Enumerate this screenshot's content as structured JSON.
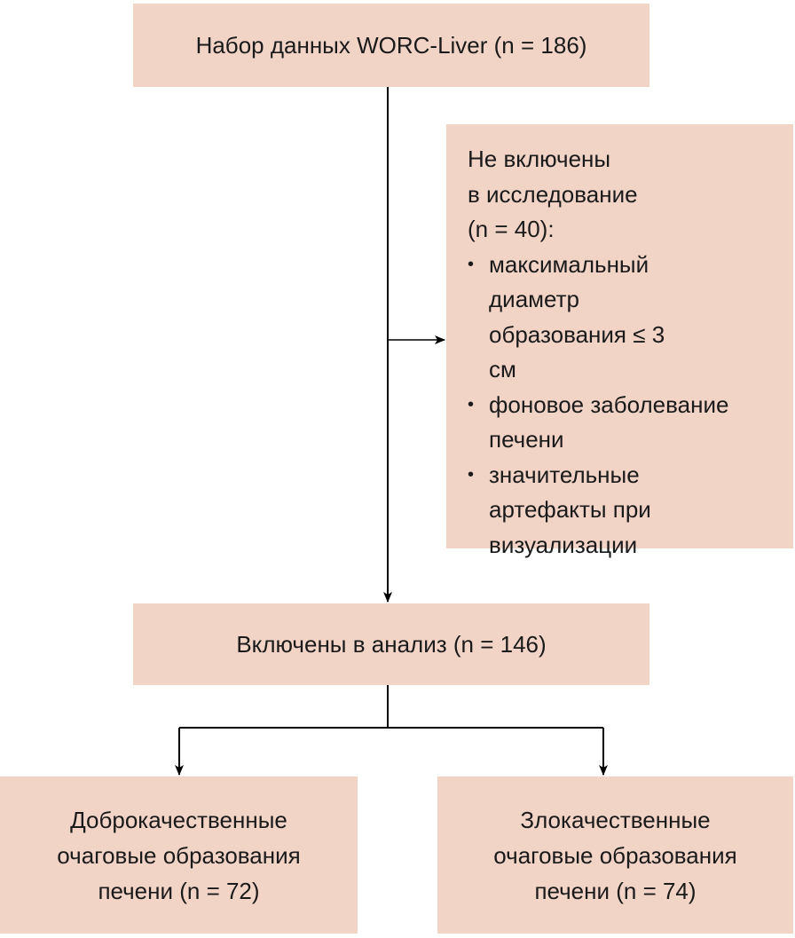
{
  "dataset": "Набор данных WORC-Liver (n = 186)",
  "excluded": {
    "title_lines": [
      "Не включены",
      "в исследование",
      "(n = 40):"
    ],
    "reasons": [
      "максимальный диаметр образования ≤ 3 см",
      "фоновое заболевание печени",
      "значительные артефакты при визуализации"
    ]
  },
  "included": "Включены в анализ (n = 146)",
  "benign": [
    "Доброкачественные",
    "очаговые образования",
    "печени (n = 72)"
  ],
  "malignant": [
    "Злокачественные",
    "очаговые образования",
    "печени (n = 74)"
  ]
}
